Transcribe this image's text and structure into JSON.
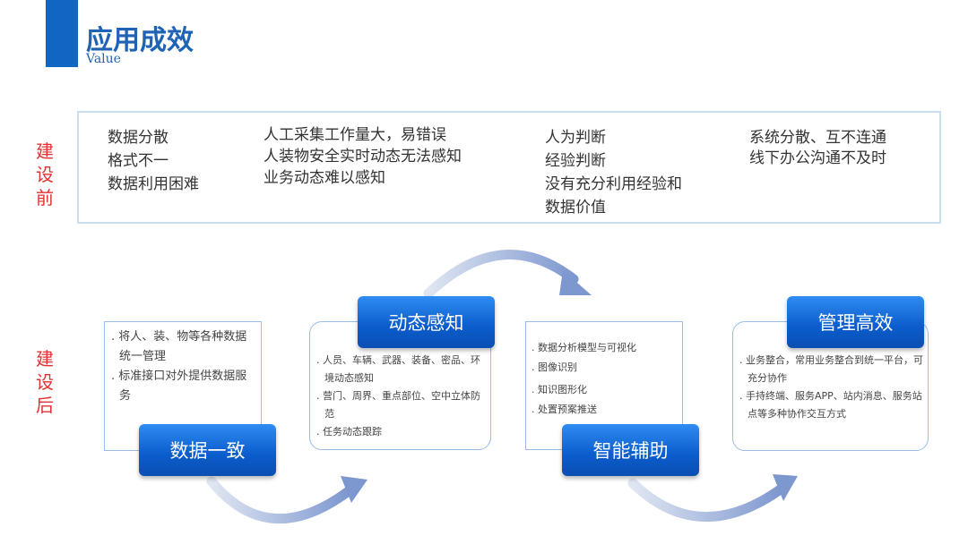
{
  "header": {
    "title": "应用成效",
    "subtitle": "Value"
  },
  "before": {
    "label": [
      "建",
      "设",
      "前"
    ],
    "columns": [
      [
        "数据分散",
        "格式不一",
        "数据利用困难"
      ],
      [
        "人工采集工作量大，易错误",
        "人装物安全实时动态无法感知",
        "业务动态难以感知"
      ],
      [
        "人为判断",
        "经验判断",
        "没有充分利用经验和",
        "数据价值"
      ],
      [
        "系统分散、互不连通",
        "线下办公沟通不及时"
      ]
    ]
  },
  "after": {
    "label": [
      "建",
      "设",
      "后"
    ],
    "blocks": [
      {
        "title": "数据一致",
        "bullets": [
          "将人、装、物等各种数据统一管理",
          "标准接口对外提供数据服务"
        ]
      },
      {
        "title": "动态感知",
        "bullets": [
          "人员、车辆、武器、装备、密品、环境动态感知",
          "营门、周界、重点部位、空中立体防范",
          "任务动态跟踪"
        ]
      },
      {
        "title": "智能辅助",
        "bullets": [
          "数据分析模型与可视化",
          "图像识别",
          "知识图形化",
          "处置预案推送"
        ]
      },
      {
        "title": "管理高效",
        "bullets": [
          "业务整合，常用业务整合到统一平台，可充分协作",
          "手持终端、服务APP、站内消息、服务站点等多种协作交互方式"
        ]
      }
    ]
  },
  "colors": {
    "accent": "#1166c4",
    "title": "#1f63b4",
    "label_red": "#e23232",
    "button": "#0b5ccc",
    "border": "#9bbce6"
  }
}
